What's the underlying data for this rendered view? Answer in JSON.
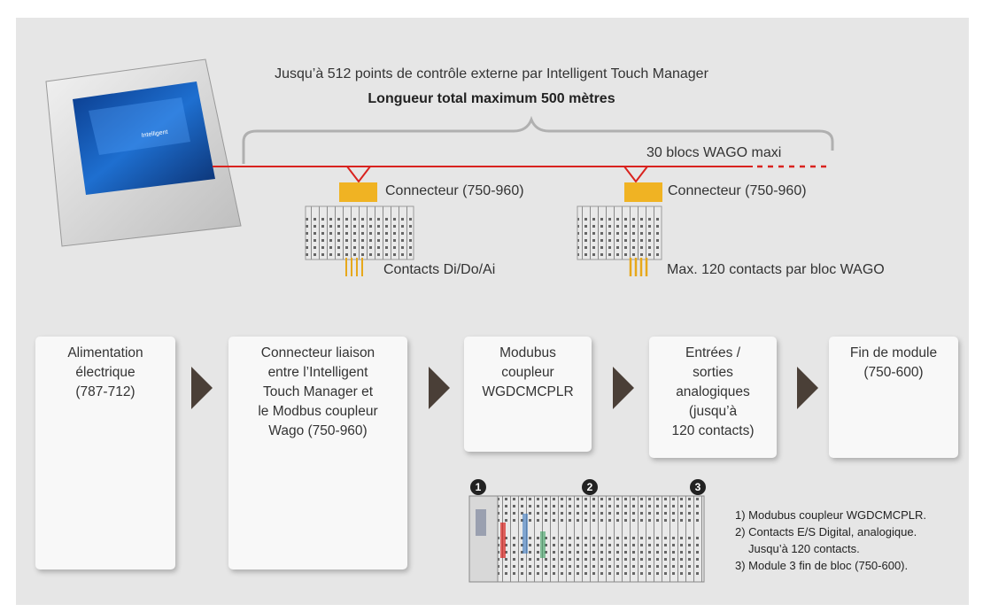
{
  "header": {
    "line1": "Jusqu’à 512 points de contrôle externe par Intelligent Touch Manager",
    "line2": "Longueur total maximum 500 mètres"
  },
  "bus": {
    "max_blocks_label": "30 blocs WAGO maxi",
    "colors": {
      "line": "#d9231f",
      "connector": "#f0b323",
      "contacts": "#e7a81b"
    }
  },
  "left_unit": {
    "connector_label": "Connecteur (750-960)",
    "contacts_label": "Contacts Di/Do/Ai"
  },
  "right_unit": {
    "connector_label": "Connecteur (750-960)",
    "contacts_label": "Max. 120 contacts par bloc WAGO"
  },
  "flow": {
    "steps": [
      {
        "lines": [
          "Alimentation",
          "électrique",
          "(787-712)"
        ]
      },
      {
        "lines": [
          "Connecteur liaison",
          "entre l’Intelligent",
          "Touch Manager et",
          "le Modbus coupleur",
          "Wago (750-960)"
        ]
      },
      {
        "lines": [
          "Modubus",
          "coupleur",
          "WGDCMCPLR"
        ]
      },
      {
        "lines": [
          "Entrées /",
          "sorties",
          "analogiques",
          "(jusqu’à",
          "120 contacts)"
        ]
      },
      {
        "lines": [
          "Fin de module",
          "(750-600)"
        ]
      }
    ]
  },
  "markers": [
    "1",
    "2",
    "3"
  ],
  "notes": [
    "1) Modubus coupleur WGDCMCPLR.",
    "2) Contacts E/S Digital, analogique.",
    "Jusqu’à 120 contacts.",
    "3) Module 3 fin de bloc (750-600)."
  ]
}
